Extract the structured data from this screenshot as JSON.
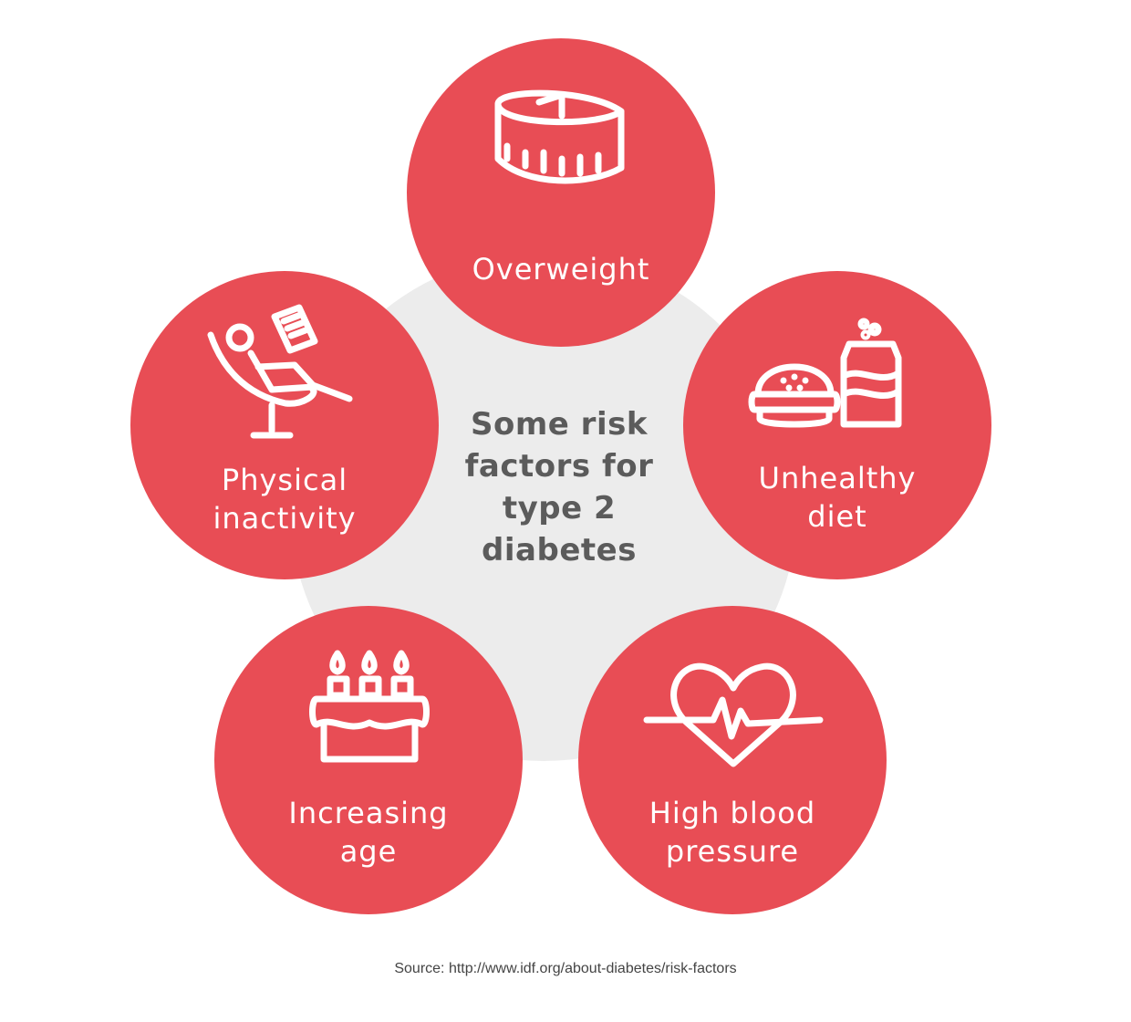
{
  "center": {
    "title": "Some risk factors for type 2 diabetes"
  },
  "factors": [
    {
      "id": "overweight",
      "label": "Overweight",
      "icon": "measuring-tape-icon"
    },
    {
      "id": "diet",
      "label": "Unhealthy\ndiet",
      "icon": "burger-and-soda-icon"
    },
    {
      "id": "bp",
      "label": "High blood\npressure",
      "icon": "heartbeat-icon"
    },
    {
      "id": "age",
      "label": "Increasing\nage",
      "icon": "birthday-cake-icon"
    },
    {
      "id": "inactivity",
      "label": "Physical\ninactivity",
      "icon": "reclining-reader-icon"
    }
  ],
  "colors": {
    "circle": "#e84d55",
    "center_disc": "#ececec",
    "title_text": "#5b5b5b",
    "icon": "#ffffff"
  },
  "source": "Source: http://www.idf.org/about-diabetes/risk-factors"
}
